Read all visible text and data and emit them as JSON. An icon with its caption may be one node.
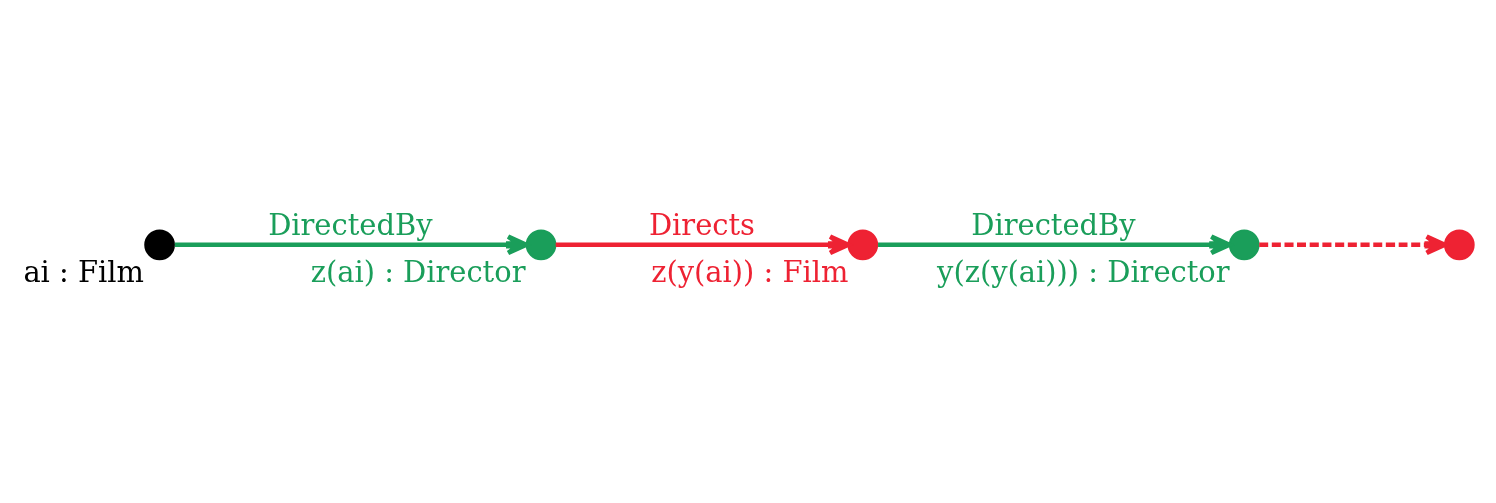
{
  "diagram": {
    "nodes": [
      {
        "text": [],
        "shape": "circle",
        "beside": [
          "ai : Film"
        ]
      },
      {
        "text": [],
        "shape": "circle",
        "beside": [
          "z(ai) : Director"
        ]
      },
      {
        "text": [],
        "shape": "circle",
        "beside": [
          "z(y(ai)) : Film"
        ]
      },
      {
        "text": [],
        "shape": "circle",
        "beside": [
          "y(z(y(ai))) : Director"
        ]
      },
      {
        "text": [],
        "shape": "circle"
      }
    ],
    "edges": [
      {
        "from": 0,
        "to": 1,
        "arrow": "to",
        "label": "DirectedBy",
        "color": "#1a9e5a"
      },
      {
        "from": 1,
        "to": 2,
        "arrow": "to",
        "label": "Directs",
        "color": "#ee2233"
      },
      {
        "from": 2,
        "to": 3,
        "arrow": "to",
        "label": "DirectedBy",
        "color": "#1a9e5a"
      },
      {
        "from": 3,
        "to": 4,
        "arrow": "to",
        "style": "dashed",
        "color": "#ee2233"
      }
    ]
  }
}
